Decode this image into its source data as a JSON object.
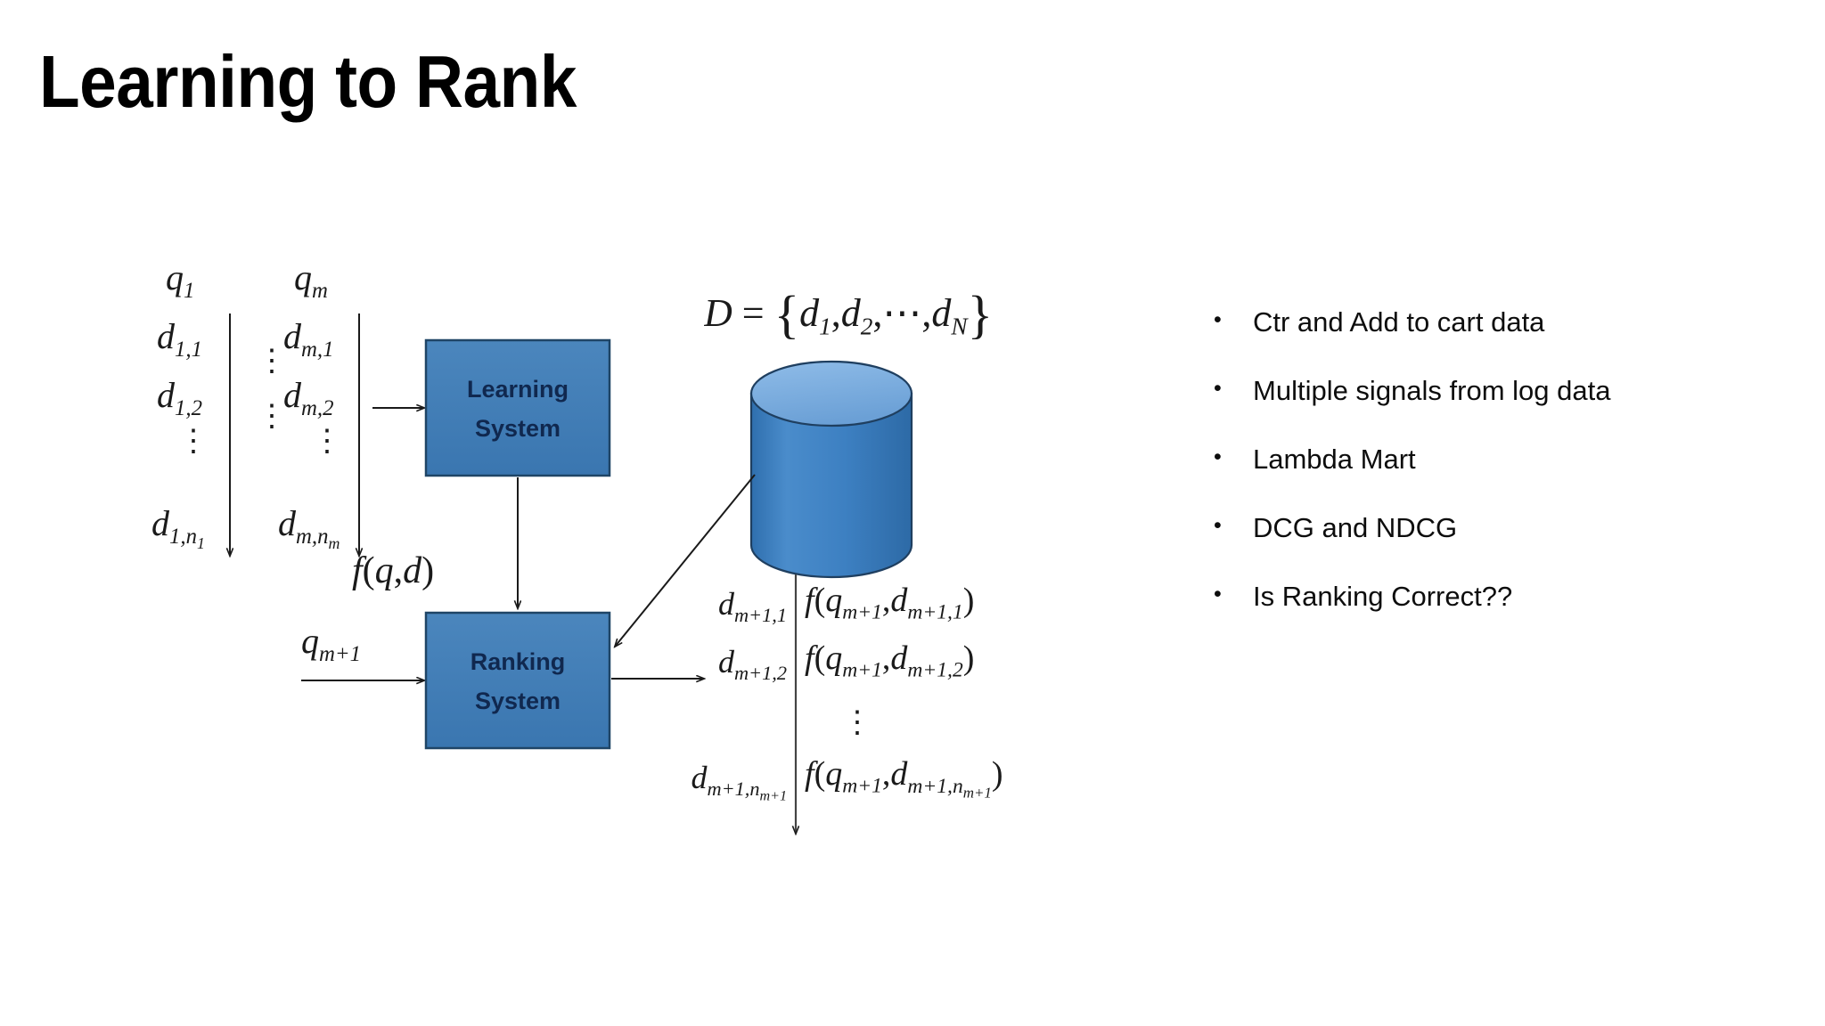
{
  "slide": {
    "title": "Learning to Rank",
    "background_color": "#ffffff",
    "text_color": "#0d0d0d"
  },
  "bullets": {
    "marker": "•",
    "items": [
      {
        "text": "Ctr and Add to cart data"
      },
      {
        "text": "Multiple signals from log data"
      },
      {
        "text": "Lambda Mart"
      },
      {
        "text": "DCG and NDCG"
      },
      {
        "text": "Is Ranking Correct??"
      }
    ]
  },
  "diagram": {
    "name": "learning-to-rank-architecture",
    "colors": {
      "box_fill": "#3f7cb6",
      "box_stroke": "#1f4566",
      "box_text": "#10284f",
      "cylinder_body": "#3d80c2",
      "cylinder_top": "#78aade",
      "cylinder_stroke": "#1f3f60",
      "arrow": "#1a1a1a"
    },
    "training_data": {
      "column_1": {
        "query": {
          "base": "q",
          "sub": "1"
        },
        "documents": [
          {
            "base": "d",
            "sub": "1,1"
          },
          {
            "base": "d",
            "sub": "1,2"
          },
          {
            "base": "d",
            "sub": "1,n",
            "subsub": "1"
          }
        ],
        "ellipsis": "⋮"
      },
      "column_m": {
        "query": {
          "base": "q",
          "sub": "m"
        },
        "documents": [
          {
            "base": "d",
            "sub": "m,1"
          },
          {
            "base": "d",
            "sub": "m,2"
          },
          {
            "base": "d",
            "sub": "m,n",
            "subsub": "m"
          }
        ],
        "ellipsis": "⋮"
      },
      "between_columns_ellipsis": "⋮"
    },
    "boxes": [
      {
        "id": "learning-system",
        "line1": "Learning",
        "line2": "System"
      },
      {
        "id": "ranking-system",
        "line1": "Ranking",
        "line2": "System"
      }
    ],
    "labels": {
      "scoring_function": "f(q,d)",
      "test_query": {
        "base": "q",
        "sub": "m+1"
      },
      "document_collection": "D = { d₁, d₂, ⋯, dₙ }"
    },
    "collection_formula": {
      "lhs": "D",
      "eq": "=",
      "open": "{",
      "items": [
        {
          "base": "d",
          "sub": "1"
        },
        {
          "base": "d",
          "sub": "2"
        },
        {
          "base": "d",
          "sub": "N"
        }
      ],
      "ellipsis": "⋯",
      "close": "}"
    },
    "ranked_output": {
      "rows": [
        {
          "doc": {
            "base": "d",
            "sub": "m+1,1"
          },
          "score": {
            "fn": "f",
            "q": {
              "base": "q",
              "sub": "m+1"
            },
            "d": {
              "base": "d",
              "sub": "m+1,1"
            }
          }
        },
        {
          "doc": {
            "base": "d",
            "sub": "m+1,2"
          },
          "score": {
            "fn": "f",
            "q": {
              "base": "q",
              "sub": "m+1"
            },
            "d": {
              "base": "d",
              "sub": "m+1,2"
            }
          }
        },
        {
          "doc": {
            "base": "d",
            "sub": "m+1,n",
            "subsub": "m+1"
          },
          "score": {
            "fn": "f",
            "q": {
              "base": "q",
              "sub": "m+1"
            },
            "d": {
              "base": "d",
              "sub": "m+1,n",
              "subsub": "m+1"
            }
          }
        }
      ],
      "ellipsis": "⋮"
    }
  }
}
